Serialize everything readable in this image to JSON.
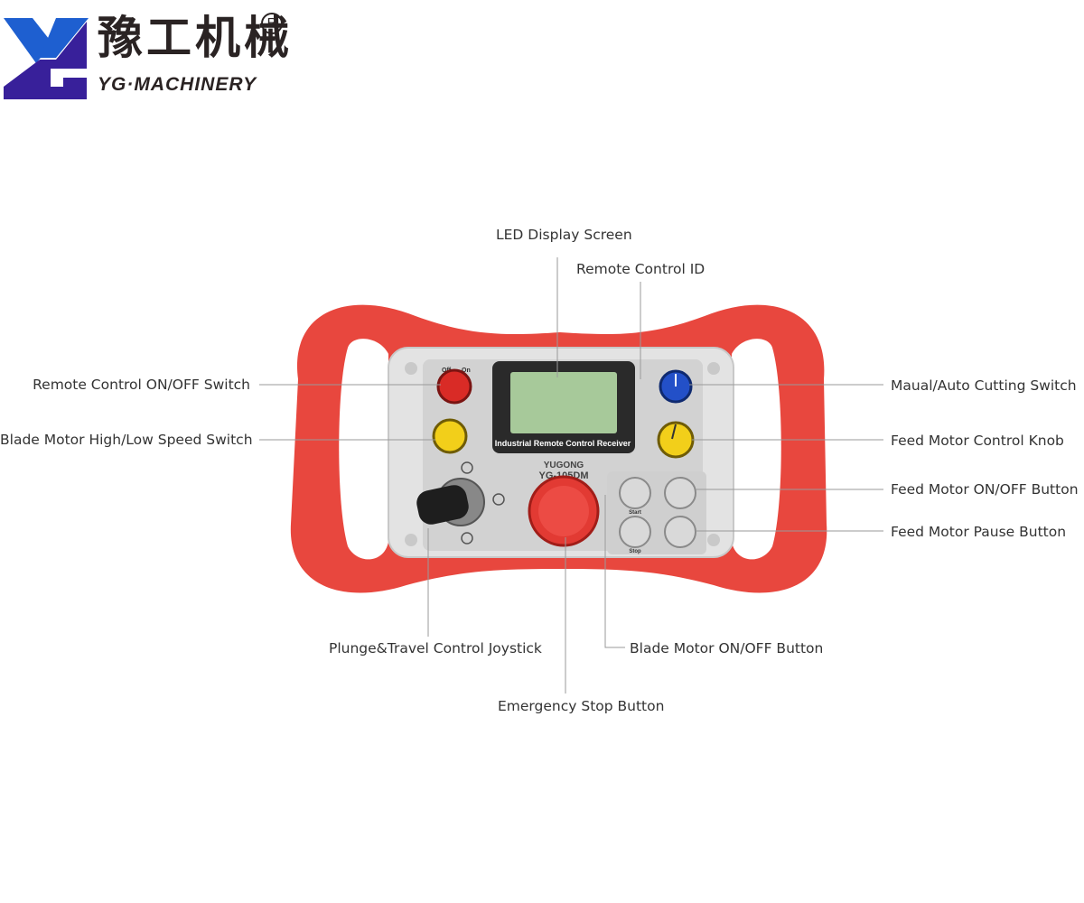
{
  "brand": {
    "name_cn": "豫工机械",
    "name_en": "YG·MACHINERY",
    "registered_mark": "R",
    "colors": {
      "blue": "#1e5fd0",
      "purple": "#38209a",
      "text": "#2a2323"
    }
  },
  "device": {
    "screen_caption": "Industrial Remote Control Receiver",
    "maker": "YUGONG",
    "model": "YG-105DM",
    "switch_labels": {
      "off": "Off",
      "on": "On"
    },
    "button_labels": {
      "start": "Start",
      "stop": "Stop"
    },
    "colors": {
      "frame": "#e8473e",
      "panel": "#cfcfcf",
      "lcd": "#a7c99a",
      "estop": "#e23a33",
      "knob_red": "#d92b26",
      "knob_yellow": "#f2cf1a",
      "knob_blue": "#2350c8"
    }
  },
  "callouts": {
    "led_display_screen": "LED Display Screen",
    "remote_control_id": "Remote Control ID",
    "remote_control_on_off_switch": "Remote Control ON/OFF Switch",
    "blade_motor_high_low_speed_switch": "Blade Motor High/Low Speed Switch",
    "manual_auto_cutting_switch": "Maual/Auto Cutting Switch",
    "feed_motor_control_knob": "Feed Motor Control Knob",
    "feed_motor_on_off_button": "Feed Motor ON/OFF Button",
    "feed_motor_pause_button": "Feed Motor Pause Button",
    "plunge_travel_control_joystick": "Plunge&Travel Control Joystick",
    "blade_motor_on_off_button": "Blade Motor ON/OFF Button",
    "emergency_stop_button": "Emergency Stop Button"
  }
}
